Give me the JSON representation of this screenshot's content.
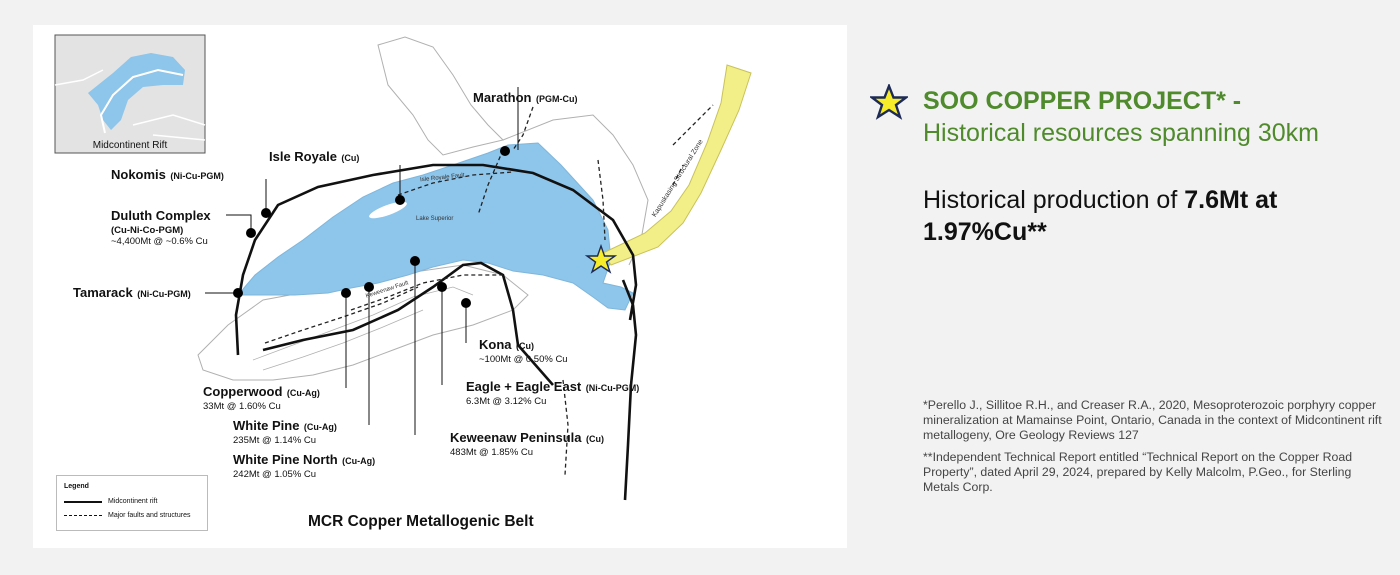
{
  "map": {
    "title": "MCR Copper Metallogenic Belt",
    "inset_caption": "Midcontinent Rift",
    "lake_name": "Lake Superior",
    "fault_labels": {
      "isle_royale_fault": "Isle Royale Fault",
      "keweenaw_fault": "Keweenaw Fault",
      "kapuskasing": "Kapuskasing Structural Zone"
    },
    "legend": {
      "title": "Legend",
      "items": [
        "Midcontinent rift",
        "Major faults and structures"
      ]
    },
    "deposits": [
      {
        "name": "Marathon",
        "commodity": "(PGM-Cu)"
      },
      {
        "name": "Isle Royale",
        "commodity": "(Cu)"
      },
      {
        "name": "Nokomis",
        "commodity": "(Ni-Cu-PGM)"
      },
      {
        "name": "Duluth Complex",
        "commodity": "(Cu-Ni-Co-PGM)",
        "resource": "~4,400Mt @ ~0.6% Cu"
      },
      {
        "name": "Tamarack",
        "commodity": "(Ni-Cu-PGM)"
      },
      {
        "name": "Kona",
        "commodity": "(Cu)",
        "resource": "~100Mt @ 0.50% Cu"
      },
      {
        "name": "Eagle + Eagle East",
        "commodity": "(Ni-Cu-PGM)",
        "resource": "6.3Mt @ 3.12% Cu"
      },
      {
        "name": "Copperwood",
        "commodity": "(Cu-Ag)",
        "resource": "33Mt @ 1.60% Cu"
      },
      {
        "name": "White Pine",
        "commodity": "(Cu-Ag)",
        "resource": "235Mt @ 1.14% Cu"
      },
      {
        "name": "Keweenaw Peninsula",
        "commodity": "(Cu)",
        "resource": "483Mt @ 1.85% Cu"
      },
      {
        "name": "White Pine North",
        "commodity": "(Cu-Ag)",
        "resource": "242Mt @ 1.05% Cu"
      }
    ]
  },
  "project": {
    "title": "SOO COPPER PROJECT* -",
    "subtitle": "Historical resources spanning 30km",
    "production_prefix": "Historical production of ",
    "production_bold": "7.6Mt at 1.97%Cu**"
  },
  "footnotes": [
    "*Perello J., Sillitoe R.H., and Creaser R.A., 2020, Mesoproterozoic porphyry copper mineralization at Mamainse Point, Ontario, Canada in the context of Midcontinent rift metallogeny, Ore Geology Reviews 127",
    "**Independent Technical Report entitled “Technical Report on the Copper Road Property”, dated April 29, 2024, prepared by Kelly Malcolm, P.Geo., for Sterling Metals Corp."
  ],
  "colors": {
    "lake": "#8ec5ea",
    "title_green": "#4f8a2c",
    "zone_yellow": "#f3ef88",
    "star": "#f7ec2a",
    "star_outline": "#1c2a55"
  },
  "icons": {
    "project_marker": "star-icon",
    "deposit_marker": "dot-icon"
  }
}
